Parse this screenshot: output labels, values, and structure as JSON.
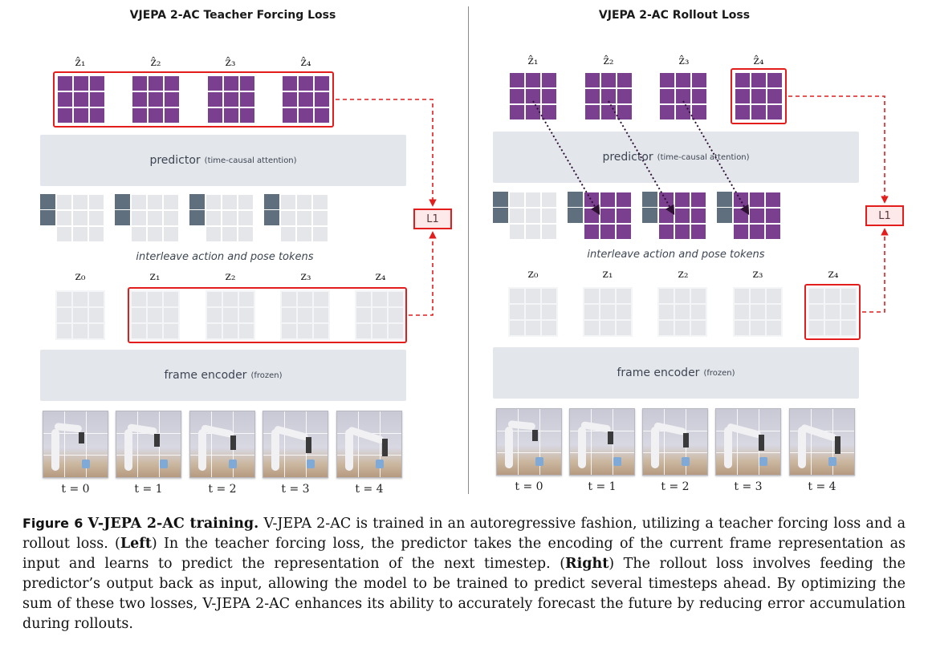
{
  "left": {
    "title": "VJEPA 2-AC Teacher Forcing Loss",
    "pred_labels": [
      "ẑ₁",
      "ẑ₂",
      "ẑ₃",
      "ẑ₄"
    ],
    "predictor": "predictor",
    "predictor_sub": "(time-causal attention)",
    "interleave": "interleave action and pose tokens",
    "enc_labels": [
      "z₀",
      "z₁",
      "z₂",
      "z₃",
      "z₄"
    ],
    "encoder": "frame encoder",
    "encoder_sub": "(frozen)",
    "times": [
      "t = 0",
      "t = 1",
      "t = 2",
      "t = 3",
      "t = 4"
    ],
    "loss": "L1"
  },
  "right": {
    "title": "VJEPA 2-AC Rollout Loss",
    "pred_labels": [
      "ẑ₁",
      "ẑ₂",
      "ẑ₃",
      "ẑ₄"
    ],
    "predictor": "predictor",
    "predictor_sub": "(time-causal attention)",
    "interleave": "interleave action and pose tokens",
    "enc_labels": [
      "z₀",
      "z₁",
      "z₂",
      "z₃",
      "z₄"
    ],
    "encoder": "frame encoder",
    "encoder_sub": "(frozen)",
    "times": [
      "t = 0",
      "t = 1",
      "t = 2",
      "t = 3",
      "t = 4"
    ],
    "loss": "L1"
  },
  "caption": {
    "fig_label": "Figure 6",
    "bold_title": "V-JEPA 2-AC training.",
    "text1": " V-JEPA 2-AC is trained in an autoregressive fashion, utilizing a teacher forcing loss and a rollout loss. (",
    "left_word": "Left",
    "text2": ") In the teacher forcing loss, the predictor takes the encoding of the current frame representation as input and learns to predict the representation of the next timestep. (",
    "right_word": "Right",
    "text3": ") The rollout loss involves feeding the predictor’s output back as input, allowing the model to be trained to predict several timesteps ahead. By optimizing the sum of these two losses, V-JEPA 2-AC enhances its ability to accurately forecast the future by reducing error accumulation during rollouts."
  },
  "colors": {
    "purple": "#7b3f8f",
    "red": "#e31c1c",
    "gray_bar": "#e3e6eb",
    "action_token": "#5f6f7e"
  }
}
